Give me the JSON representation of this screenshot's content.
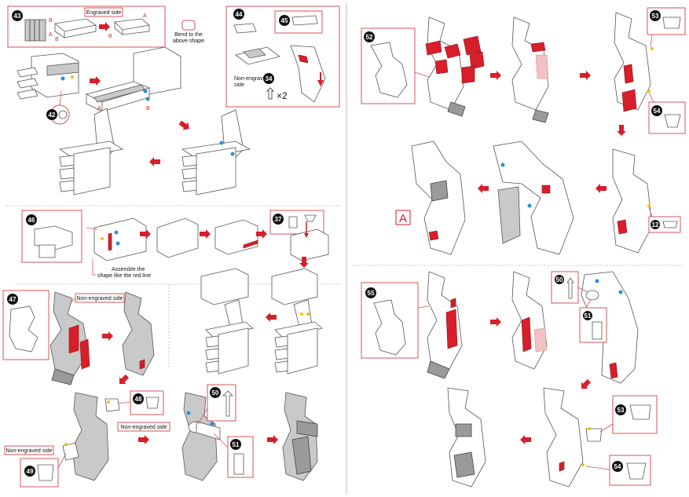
{
  "labels": {
    "engraved_side": "Engraved side",
    "bend_note_1": "Bend to the",
    "bend_note_2": "above shape",
    "non_engraved_side_a": "Non-engraved",
    "non_engraved_side_b": "side",
    "assemble_note_1": "Assemble the",
    "assemble_note_2": "shape like the red line",
    "non_engraved_side_47": "Non-engraved side",
    "non_engraved_side_48": "Non-engraved side",
    "non_engraved_side_49": "Non-engraved side",
    "times_two": "×2",
    "section_a": "A",
    "pt_A": "A",
    "pt_B": "B"
  },
  "part_numbers": {
    "p43": "43",
    "p44": "44",
    "p45": "45",
    "p42": "42",
    "p34": "34",
    "p46": "46",
    "p37": "37",
    "p47": "47",
    "p48": "48",
    "p49": "49",
    "p50": "50",
    "p51": "51",
    "p52": "52",
    "p53": "53",
    "p54": "54",
    "p12": "12",
    "p55": "55",
    "p50b": "50",
    "p51b": "51",
    "p53b": "53",
    "p54b": "54"
  },
  "colors": {
    "highlight_red": "#d81e2a",
    "callout_line": "#d9535a",
    "marker_blue": "#2a8fd6",
    "marker_yellow": "#f2c200",
    "part_gray": "#c9c9c9"
  }
}
